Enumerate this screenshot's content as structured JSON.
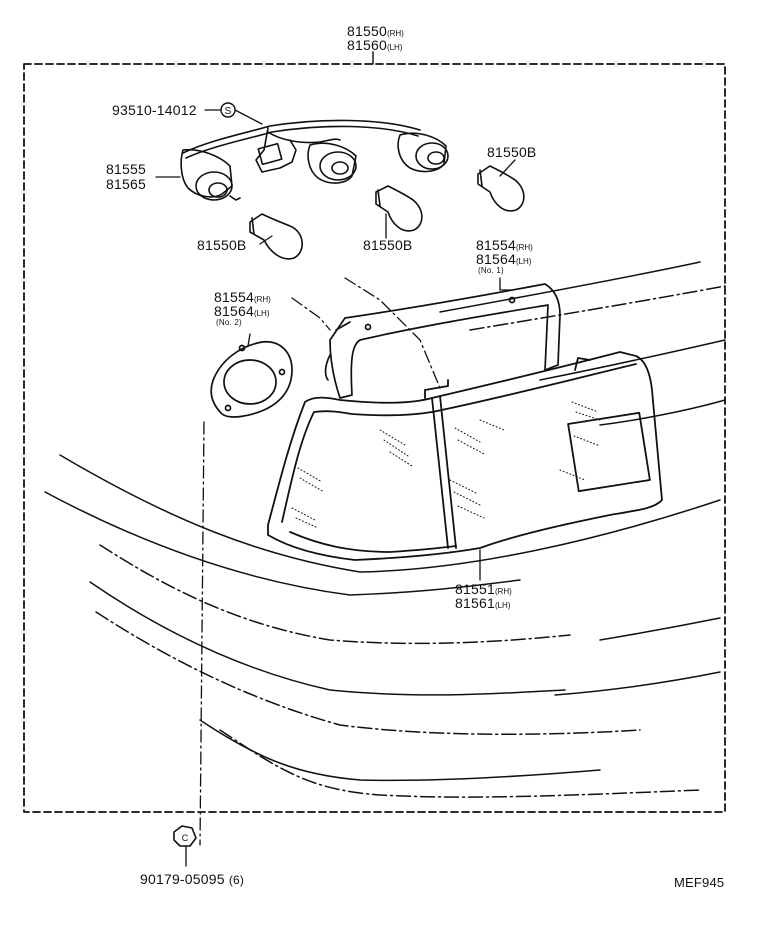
{
  "diagram": {
    "code": "MEF945",
    "assembly": {
      "part_rh": "81550",
      "suffix_rh": "(RH)",
      "part_lh": "81560",
      "suffix_lh": "(LH)"
    },
    "socket_wire": {
      "part": "93510-14012",
      "symbol": "S"
    },
    "sockets": {
      "part_a": "81555",
      "part_b": "81565"
    },
    "bulbs": {
      "upper_right": "81550B",
      "left": "81550B",
      "center": "81550B"
    },
    "gasket_no1": {
      "part_rh": "81554",
      "suffix_rh": "(RH)",
      "part_lh": "81564",
      "suffix_lh": "(LH)",
      "note": "(No. 1)"
    },
    "gasket_no2": {
      "part_rh": "81554",
      "suffix_rh": "(RH)",
      "part_lh": "81564",
      "suffix_lh": "(LH)",
      "note": "(No. 2)"
    },
    "lens": {
      "part_rh": "81551",
      "suffix_rh": "(RH)",
      "part_lh": "81561",
      "suffix_lh": "(LH)"
    },
    "nut": {
      "part": "90179-05095",
      "qty": "(6)",
      "symbol": "C"
    }
  }
}
